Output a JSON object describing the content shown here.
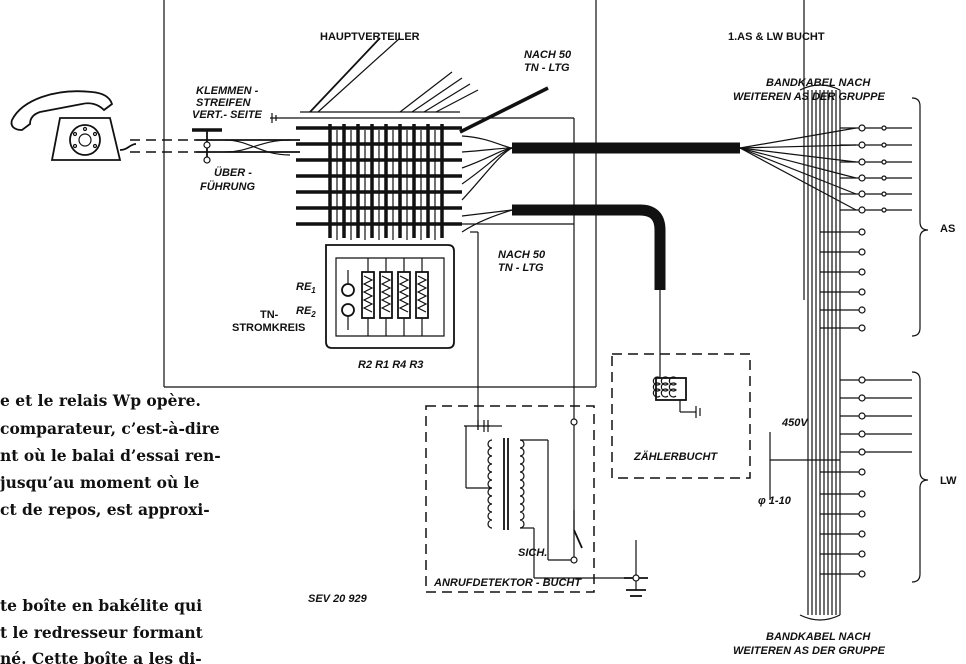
{
  "labels": {
    "hauptverteiler": "HAUPTVERTEILER",
    "as_lw_bucht": "1.AS & LW BUCHT",
    "bandkabel_top_1": "BANDKABEL NACH",
    "bandkabel_top_2": "WEITEREN AS DER GRUPPE",
    "bandkabel_bottom_1": "BANDKABEL NACH",
    "bandkabel_bottom_2": "WEITEREN AS DER GRUPPE",
    "klemmen_1": "KLEMMEN -",
    "klemmen_2": "STREIFEN",
    "klemmen_3": "VERT.- SEITE",
    "nach50_top_1": "NACH 50",
    "nach50_top_2": "TN - LTG",
    "nach50_mid_1": "NACH 50",
    "nach50_mid_2": "TN - LTG",
    "ueber_1": "ÜBER -",
    "ueber_2": "FÜHRUNG",
    "re1": "RE",
    "re1_sub": "1",
    "re2": "RE",
    "re2_sub": "2",
    "tn_1": "TN-",
    "tn_2": "STROMKREIS",
    "resistors": "R2  R1  R4  R3",
    "zaehlerbucht": "ZÄHLERBUCHT",
    "anrufdetektor": "ANRUFDETEKTOR - BUCHT",
    "sich": "SICH.",
    "v450": "450V",
    "phi": "φ 1-10",
    "as": "AS",
    "lw": "LW",
    "sev": "SEV 20 929"
  },
  "body_text": {
    "line1": "e et le relais Wp opère.",
    "line2": "comparateur, c’est-à-dire",
    "line3": "nt où le balai d’essai ren-",
    "line4": "jusqu’au moment où le",
    "line5": "ct de repos, est approxi-",
    "line6": "te boîte en bakélite qui",
    "line7": "t le redresseur formant",
    "line8": "né. Cette boîte a les di-"
  }
}
